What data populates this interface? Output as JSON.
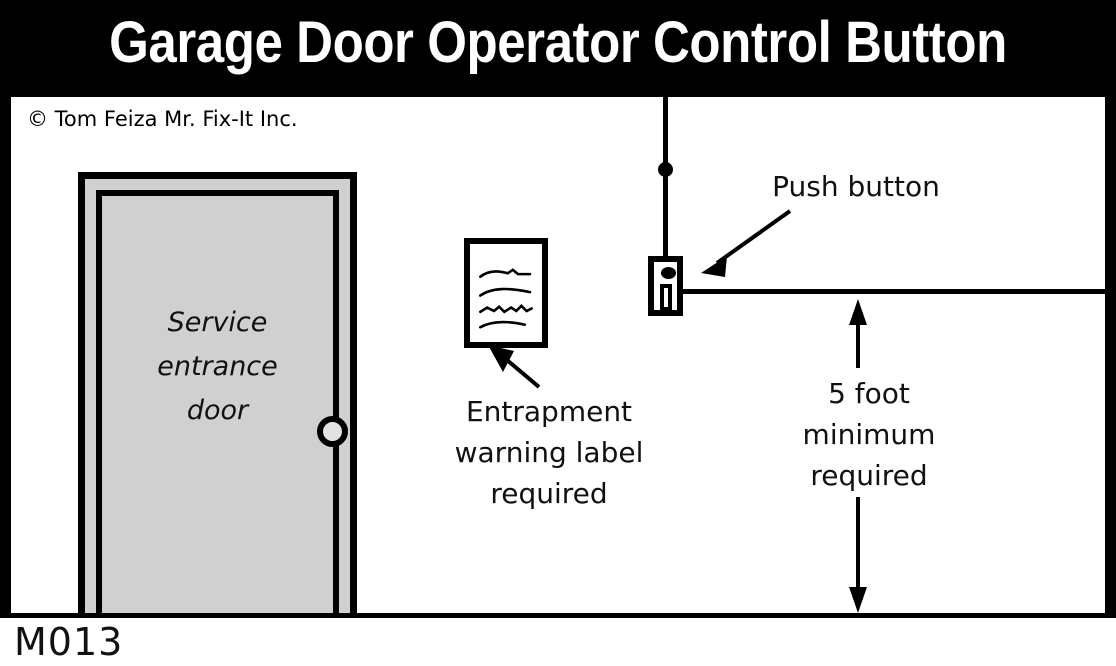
{
  "header": {
    "title": "Garage Door Operator Control Button",
    "background_color": "#000000",
    "text_color": "#ffffff"
  },
  "panel": {
    "copyright": "© Tom Feiza Mr. Fix-It Inc.",
    "background_color": "#ffffff",
    "border_color": "#000000"
  },
  "diagram": {
    "door": {
      "label_line1": "Service",
      "label_line2": "entrance",
      "label_line3": "door",
      "fill_color": "#d0d0d0",
      "knob_name": "doorknob"
    },
    "warning_label": {
      "caption_line1": "Entrapment",
      "caption_line2": "warning label",
      "caption_line3": "required",
      "squiggle_count": 4
    },
    "push_button": {
      "caption": "Push button",
      "wire_name": "control wire",
      "junction_name": "wire junction"
    },
    "dimension": {
      "caption_line1": "5 foot",
      "caption_line2": "minimum",
      "caption_line3": "required",
      "value": "5 foot",
      "arrow_style": "double-headed vertical"
    },
    "wall_line_name": "wall / ceiling line"
  },
  "footer": {
    "code": "M013"
  }
}
